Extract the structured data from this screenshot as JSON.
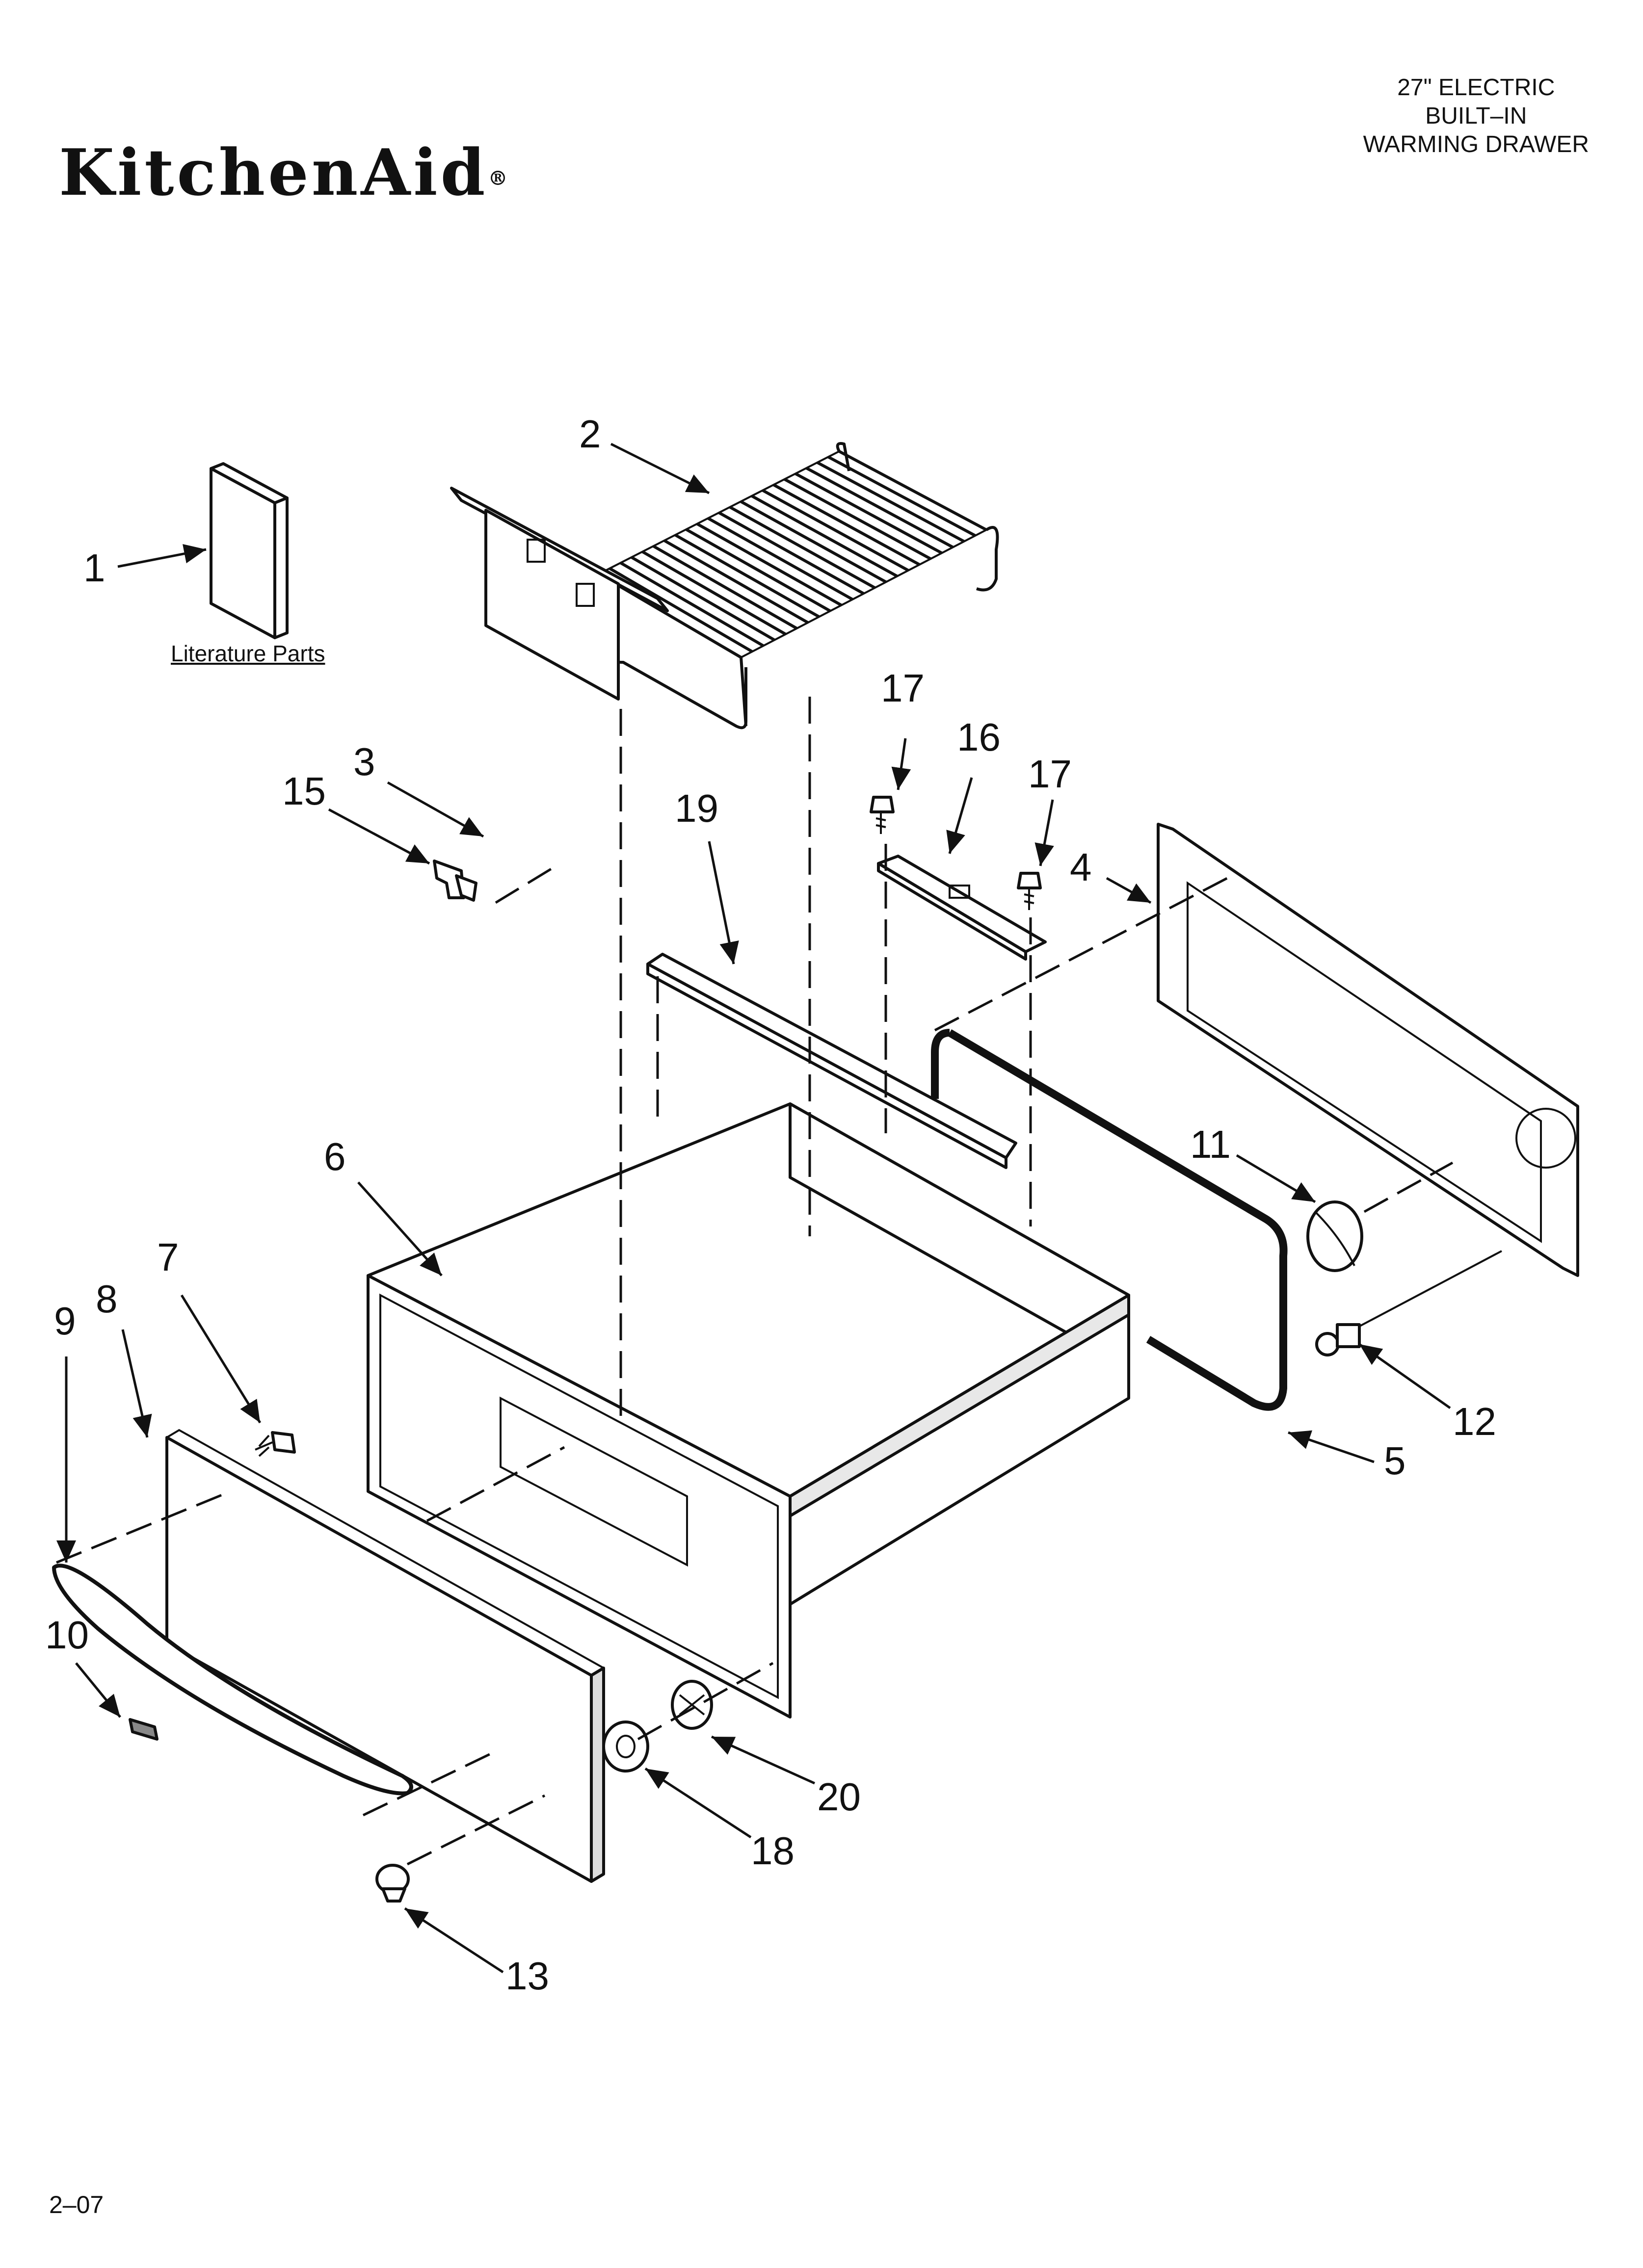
{
  "brand": {
    "name": "KitchenAid",
    "mark": "®"
  },
  "model": {
    "line1": "27\" ELECTRIC",
    "line2": "BUILT–IN",
    "line3": "WARMING DRAWER"
  },
  "literature_label": "Literature Parts",
  "footer_code": "2–07",
  "callouts": [
    "1",
    "2",
    "3",
    "4",
    "5",
    "6",
    "7",
    "8",
    "9",
    "10",
    "11",
    "12",
    "13",
    "15",
    "16",
    "17",
    "17",
    "18",
    "19",
    "20"
  ]
}
